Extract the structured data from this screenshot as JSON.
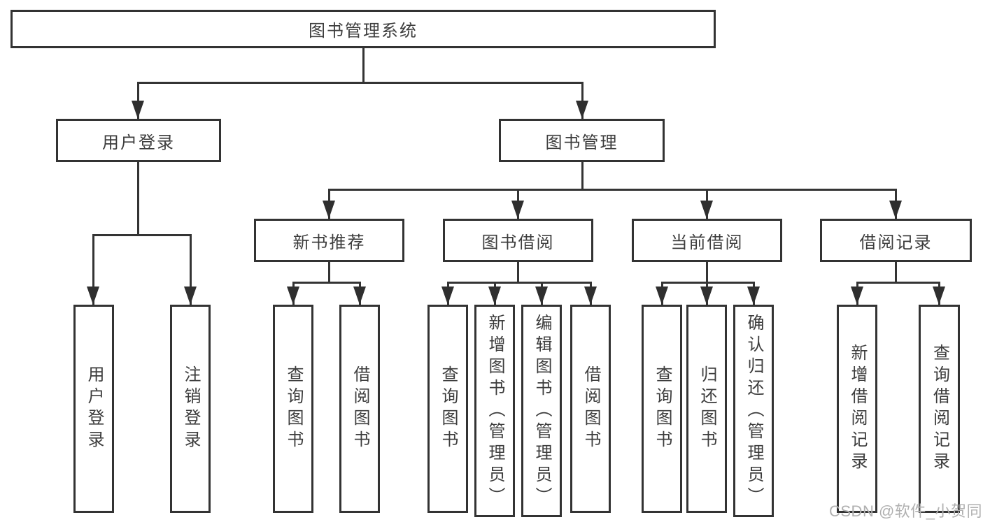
{
  "diagram": {
    "title": "图书管理系统",
    "root": {
      "label": "图书管理系统"
    },
    "level2": [
      {
        "label": "用户登录",
        "parent": "图书管理系统"
      },
      {
        "label": "图书管理",
        "parent": "图书管理系统"
      }
    ],
    "level3": [
      {
        "label": "新书推荐",
        "parent": "图书管理"
      },
      {
        "label": "图书借阅",
        "parent": "图书管理"
      },
      {
        "label": "当前借阅",
        "parent": "图书管理"
      },
      {
        "label": "借阅记录",
        "parent": "图书管理"
      }
    ],
    "leaves": [
      {
        "label": "用户登录",
        "parent": "用户登录"
      },
      {
        "label": "注销登录",
        "parent": "用户登录"
      },
      {
        "label": "查询图书",
        "parent": "新书推荐"
      },
      {
        "label": "借阅图书",
        "parent": "新书推荐"
      },
      {
        "label": "查询图书",
        "parent": "图书借阅"
      },
      {
        "label": "新增图书（管理员）",
        "parent": "图书借阅"
      },
      {
        "label": "编辑图书（管理员）",
        "parent": "图书借阅"
      },
      {
        "label": "借阅图书",
        "parent": "图书借阅"
      },
      {
        "label": "查询图书",
        "parent": "当前借阅"
      },
      {
        "label": "归还图书",
        "parent": "当前借阅"
      },
      {
        "label": "确认归还（管理员）",
        "parent": "当前借阅"
      },
      {
        "label": "新增借阅记录",
        "parent": "借阅记录"
      },
      {
        "label": "查询借阅记录",
        "parent": "借阅记录"
      }
    ]
  },
  "watermark": {
    "text": "CSDN @软件_小贺同学"
  },
  "colors": {
    "line": "#343434",
    "border": "#333333",
    "text": "#3d3d3d",
    "watermark": "#b0b0b0",
    "background": "#ffffff"
  }
}
